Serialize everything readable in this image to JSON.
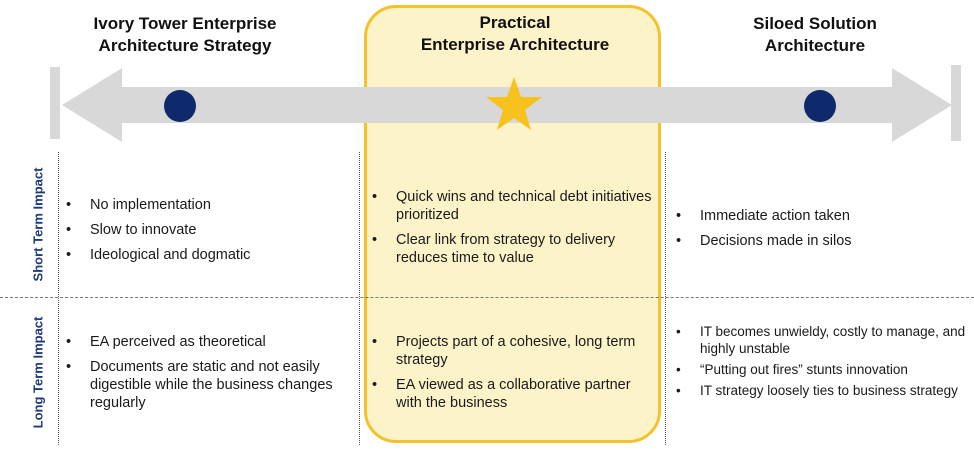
{
  "headers": {
    "left": [
      "Ivory Tower Enterprise",
      "Architecture Strategy"
    ],
    "center": [
      "Practical",
      "Enterprise Architecture"
    ],
    "right": [
      "Siloed Solution",
      "Architecture"
    ]
  },
  "row_labels": {
    "short": "Short Term Impact",
    "long": "Long Term Impact"
  },
  "short_term": {
    "left": [
      "No implementation",
      "Slow to innovate",
      "Ideological and dogmatic"
    ],
    "center": [
      "Quick wins and technical debt initiatives prioritized",
      "Clear link from strategy to delivery reduces time to value"
    ],
    "right": [
      "Immediate action taken",
      "Decisions made in silos"
    ]
  },
  "long_term": {
    "left": [
      "EA perceived as theoretical",
      "Documents are static and not easily digestible while the business changes regularly"
    ],
    "center": [
      "Projects part of a cohesive, long term strategy",
      "EA viewed as a collaborative partner with the business"
    ],
    "right": [
      "IT becomes unwieldy, costly to manage, and highly unstable",
      "“Putting out fires” stunts innovation",
      "IT strategy loosely ties to business strategy"
    ]
  },
  "colors": {
    "highlight_fill": "#fdf3c8",
    "highlight_border": "#f3c22c",
    "arrow": "#d8d8d8",
    "dot": "#0f2a6b",
    "star": "#f7c21e",
    "row_label": "#1d3a7a"
  },
  "icons": {
    "left_marker": "circle",
    "center_marker": "star",
    "right_marker": "circle"
  }
}
